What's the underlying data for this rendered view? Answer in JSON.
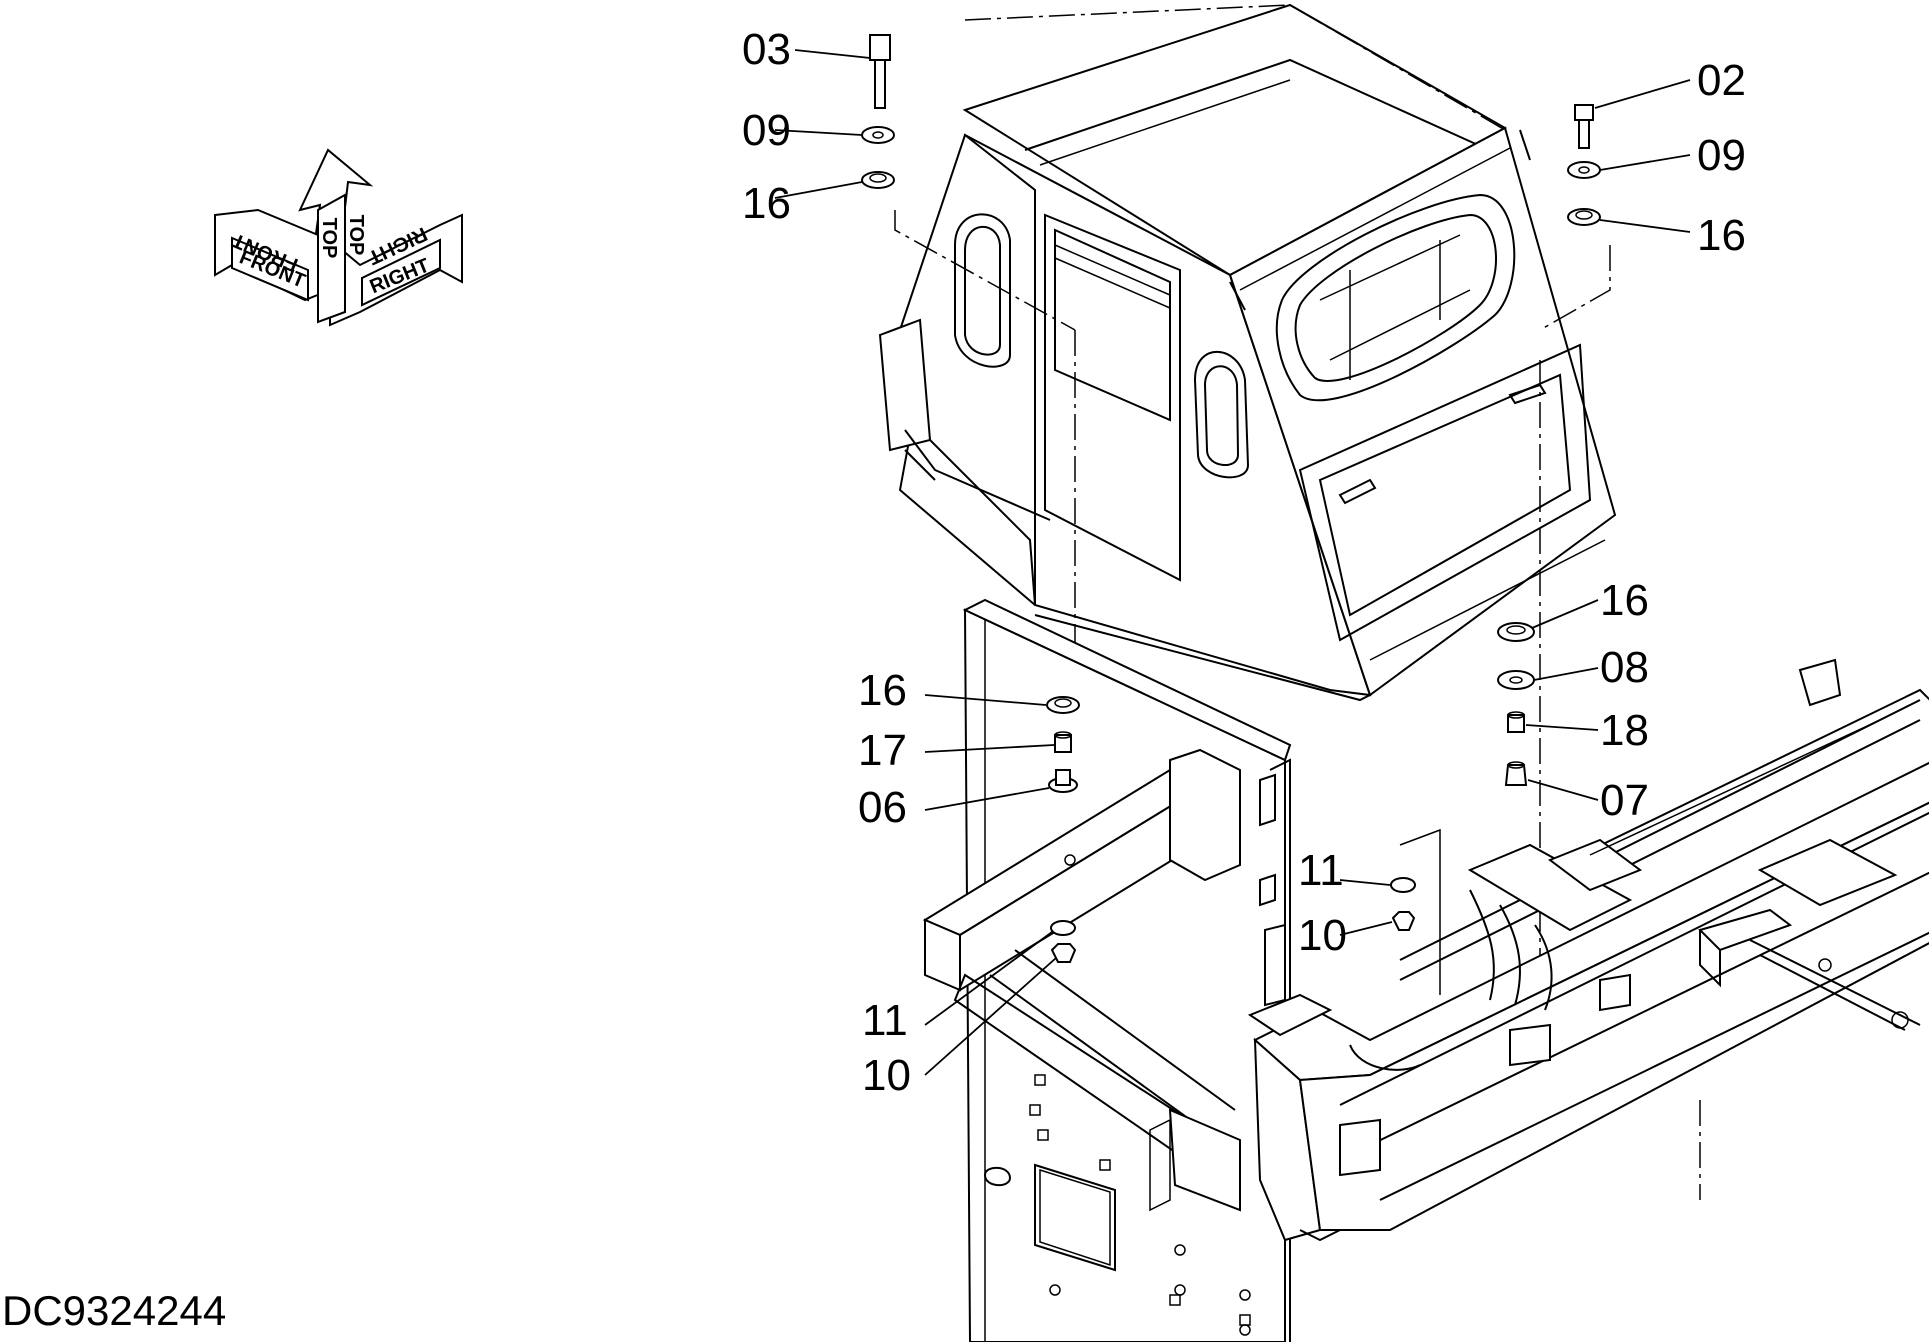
{
  "drawing_id": "DC9324244",
  "orientation_icon": {
    "front_label": "FRONT",
    "top_label": "TOP",
    "right_label": "RIGHT"
  },
  "callouts": {
    "c03": "03",
    "c09_left": "09",
    "c16_left_top": "16",
    "c02": "02",
    "c09_right": "09",
    "c16_right_top": "16",
    "c16_right_mid": "16",
    "c08": "08",
    "c18": "18",
    "c07": "07",
    "c16_left_mid": "16",
    "c17": "17",
    "c06": "06",
    "c11_right": "11",
    "c10_right": "10",
    "c11_left": "11",
    "c10_left": "10"
  }
}
